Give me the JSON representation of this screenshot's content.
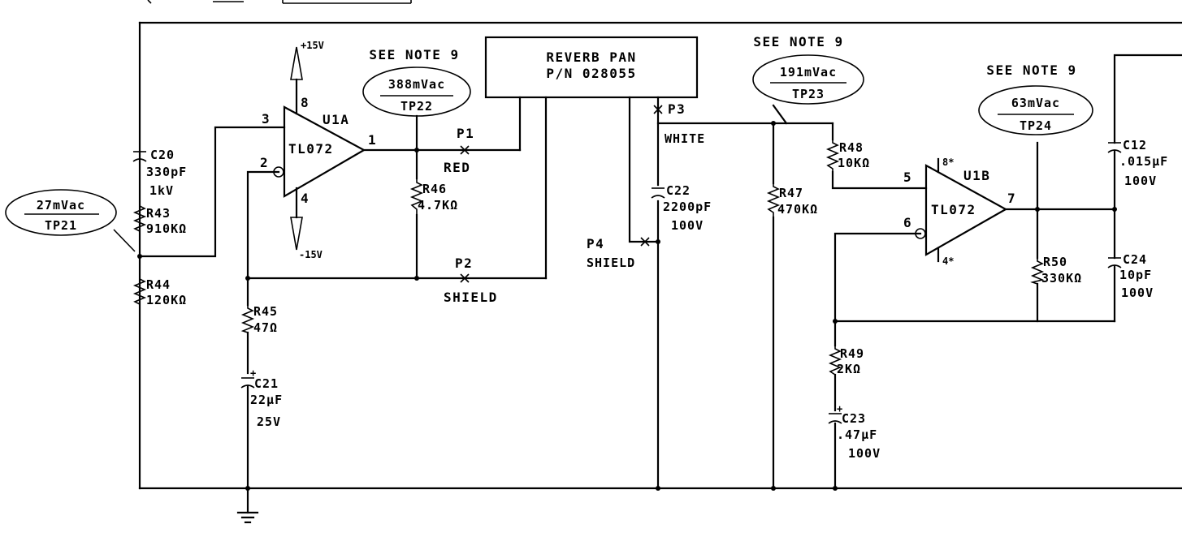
{
  "components": {
    "u1a": {
      "ref": "U1A",
      "part": "TL072",
      "pin_plus": "3",
      "pin_minus": "2",
      "pin_out": "1",
      "pin_vcc": "8",
      "pin_vee": "4"
    },
    "u1b": {
      "ref": "U1B",
      "part": "TL072",
      "pin_plus": "5",
      "pin_minus": "6",
      "pin_out": "7",
      "pin_vcc": "8*",
      "pin_vee": "4*"
    },
    "supply_pos": "+15V",
    "supply_neg": "-15V",
    "c20": {
      "ref": "C20",
      "v1": "330pF",
      "v2": "1kV"
    },
    "r43": {
      "ref": "R43",
      "value": "910KΩ"
    },
    "r44": {
      "ref": "R44",
      "value": "120KΩ"
    },
    "r45": {
      "ref": "R45",
      "value": "47Ω"
    },
    "c21": {
      "ref": "C21",
      "v1": "22μF",
      "v2": "25V"
    },
    "r46": {
      "ref": "R46",
      "value": "4.7KΩ"
    },
    "c22": {
      "ref": "C22",
      "v1": "2200pF",
      "v2": "100V"
    },
    "r47": {
      "ref": "R47",
      "value": "470KΩ"
    },
    "r48": {
      "ref": "R48",
      "value": "10KΩ"
    },
    "r49": {
      "ref": "R49",
      "value": "2KΩ"
    },
    "c23": {
      "ref": "C23",
      "v1": ".47μF",
      "v2": "100V"
    },
    "r50": {
      "ref": "R50",
      "value": "330KΩ"
    },
    "c12": {
      "ref": "C12",
      "v1": ".015μF",
      "v2": "100V"
    },
    "c24": {
      "ref": "C24",
      "v1": "10pF",
      "v2": "100V"
    }
  },
  "reverb_pan": {
    "line1": "REVERB PAN",
    "line2": "P/N 028055"
  },
  "connectors": {
    "p1": "P1",
    "p1_wire": "RED",
    "p2": "P2",
    "p2_wire": "SHIELD",
    "p3": "P3",
    "p3_wire": "WHITE",
    "p4": "P4",
    "p4_wire": "SHIELD"
  },
  "test_points": {
    "tp21": {
      "level": "27mVac",
      "name": "TP21"
    },
    "tp22": {
      "level": "388mVac",
      "name": "TP22",
      "note": "SEE NOTE 9"
    },
    "tp23": {
      "level": "191mVac",
      "name": "TP23",
      "note": "SEE NOTE 9"
    },
    "tp24": {
      "level": "63mVac",
      "name": "TP24",
      "note": "SEE NOTE 9"
    }
  }
}
